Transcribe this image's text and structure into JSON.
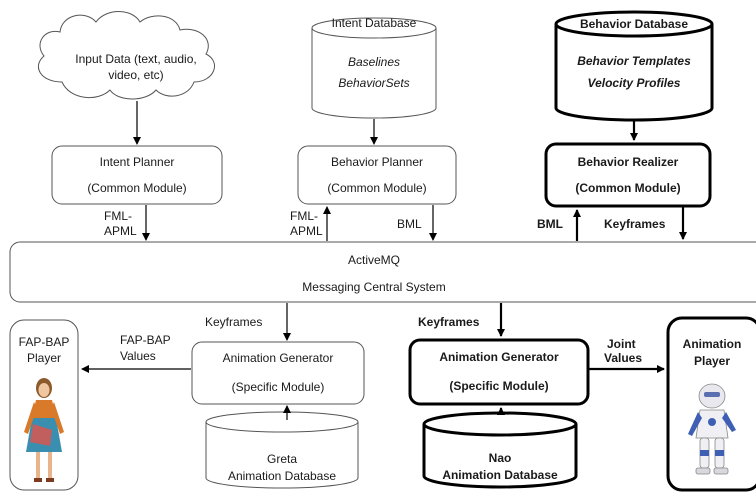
{
  "input_data": {
    "lines": [
      "Input Data (text, audio,",
      "video, etc)"
    ]
  },
  "intent_database": {
    "title": "Intent Database",
    "items": [
      "Baselines",
      "BehaviorSets"
    ]
  },
  "behavior_database": {
    "title": "Behavior Database",
    "items": [
      "Behavior Templates",
      "Velocity Profiles"
    ]
  },
  "intent_planner": {
    "title": "Intent Planner",
    "module": "(Common Module)"
  },
  "behavior_planner": {
    "title": "Behavior Planner",
    "module": "(Common Module)"
  },
  "behavior_realizer": {
    "title": "Behavior Realizer",
    "module": "(Common Module)"
  },
  "activemq": {
    "title": "ActiveMQ",
    "subtitle": "Messaging Central System"
  },
  "animation_generator_greta": {
    "title": "Animation Generator",
    "module": "(Specific Module)"
  },
  "animation_generator_nao": {
    "title": "Animation Generator",
    "module": "(Specific Module)"
  },
  "greta_db": {
    "lines": [
      "Greta",
      "Animation Database"
    ]
  },
  "nao_db": {
    "lines": [
      "Nao",
      "Animation  Database"
    ]
  },
  "fap_player": {
    "lines": [
      "FAP-BAP",
      "Player"
    ]
  },
  "animation_player": {
    "lines": [
      "Animation",
      "Player"
    ]
  },
  "labels": {
    "fml_apml_1": [
      "FML-",
      "APML"
    ],
    "fml_apml_2": [
      "FML-",
      "APML"
    ],
    "bml_1": "BML",
    "bml_2": "BML",
    "keyframes_realizer": "Keyframes",
    "keyframes_greta": "Keyframes",
    "keyframes_nao": "Keyframes",
    "fap_bap_values": [
      "FAP-BAP",
      "Values"
    ],
    "joint_values": [
      "Joint",
      "Values"
    ]
  }
}
